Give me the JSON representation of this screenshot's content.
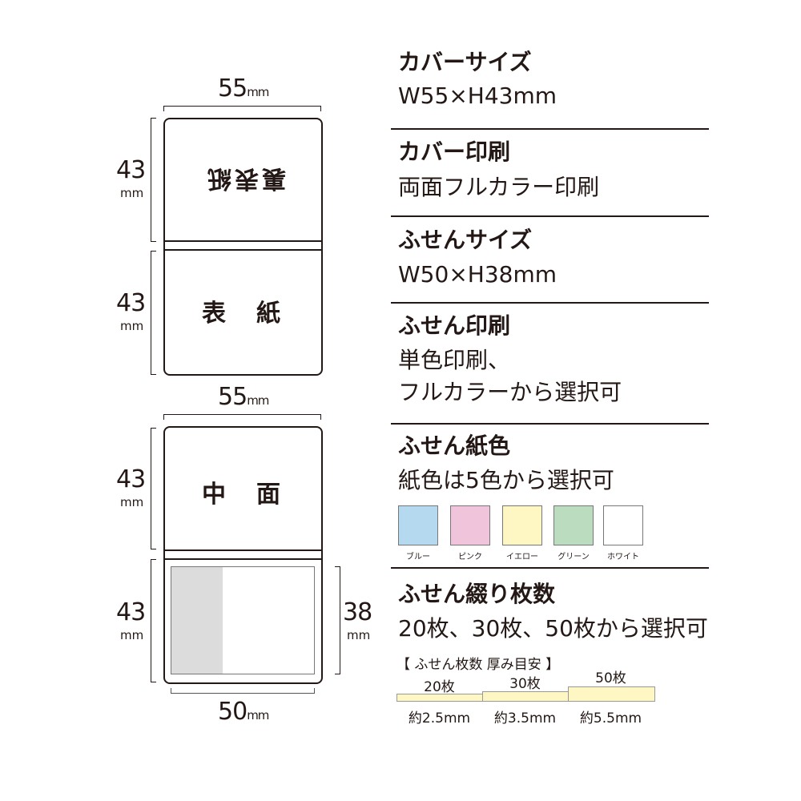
{
  "diagram": {
    "cover": {
      "width_label": "55",
      "height_label": "43",
      "unit": "mm",
      "back_cover": "裏表紙",
      "front_cover": "表　紙"
    },
    "inner": {
      "width_label": "55",
      "height_label": "43",
      "unit": "mm",
      "middle": "中　面",
      "sticky_width": "50",
      "sticky_height": "38"
    }
  },
  "specs": [
    {
      "heading": "カバーサイズ",
      "lines": [
        "W55×H43mm"
      ]
    },
    {
      "heading": "カバー印刷",
      "lines": [
        "両面フルカラー印刷"
      ]
    },
    {
      "heading": "ふせんサイズ",
      "lines": [
        "W50×H38mm"
      ]
    },
    {
      "heading": "ふせん印刷",
      "lines": [
        "単色印刷、",
        "フルカラーから選択可"
      ]
    },
    {
      "heading": "ふせん紙色",
      "lines": [
        "紙色は5色から選択可"
      ]
    },
    {
      "heading": "ふせん綴り枚数",
      "lines": [
        "20枚、30枚、50枚から選択可"
      ]
    }
  ],
  "paper_colors": [
    {
      "name": "ブルー",
      "color": "#b5daf0"
    },
    {
      "name": "ピンク",
      "color": "#f0c5dc"
    },
    {
      "name": "イエロー",
      "color": "#fef7c4"
    },
    {
      "name": "グリーン",
      "color": "#bcdcc0"
    },
    {
      "name": "ホワイト",
      "color": "#ffffff"
    }
  ],
  "thickness": {
    "title": "【 ふせん枚数 厚み目安 】",
    "items": [
      {
        "count": "20枚",
        "thickness": "約2.5mm"
      },
      {
        "count": "30枚",
        "thickness": "約3.5mm"
      },
      {
        "count": "50枚",
        "thickness": "約5.5mm"
      }
    ]
  }
}
